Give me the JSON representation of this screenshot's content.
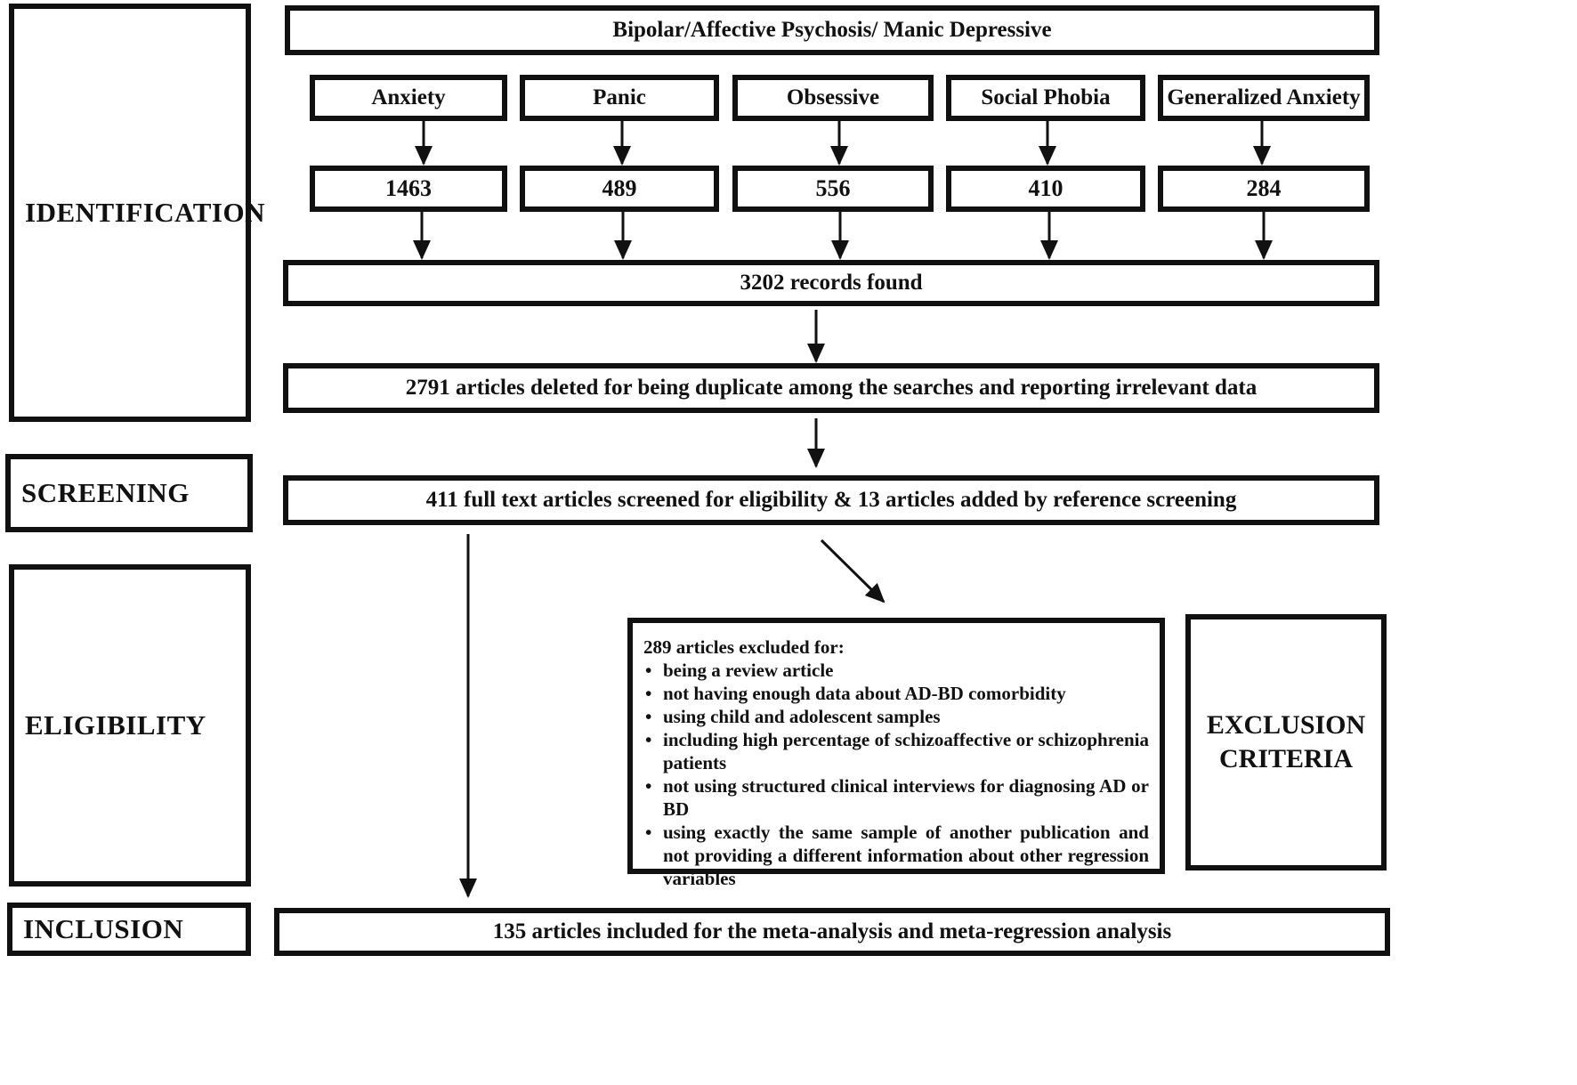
{
  "stages": {
    "identification": "IDENTIFICATION",
    "screening": "SCREENING",
    "eligibility": "ELIGIBILITY",
    "inclusion": "INCLUSION"
  },
  "search_header": "Bipolar/Affective Psychosis/ Manic Depressive",
  "searches": [
    {
      "term": "Anxiety",
      "count": "1463"
    },
    {
      "term": "Panic",
      "count": "489"
    },
    {
      "term": "Obsessive",
      "count": "556"
    },
    {
      "term": "Social Phobia",
      "count": "410"
    },
    {
      "term": "Generalized Anxiety",
      "count": "284"
    }
  ],
  "records_found": "3202 records found",
  "deleted": "2791 articles  deleted for being duplicate among the searches and reporting irrelevant data",
  "screened": "411 full text articles screened for eligibility & 13 articles added by reference screening",
  "excluded": {
    "heading": "289 articles excluded for:",
    "reasons": [
      "being a review article",
      "not having enough data about AD-BD comorbidity",
      "using child and adolescent samples",
      "including high percentage of schizoaffective or schizophrenia patients",
      "not using structured clinical interviews for diagnosing AD or BD",
      "using exactly the same sample of another publication and not providing a different information about other regression variables"
    ]
  },
  "exclusion_criteria": {
    "line1": "EXCLUSION",
    "line2": "CRITERIA"
  },
  "included": "135 articles included for the meta-analysis and meta-regression analysis"
}
